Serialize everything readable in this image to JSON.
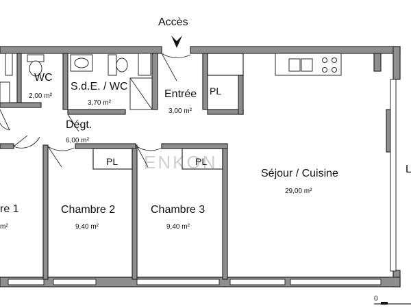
{
  "access": {
    "label": "Accès"
  },
  "rooms": {
    "wc": {
      "name": "WC",
      "area": "2,00 m²"
    },
    "sde": {
      "name": "S.d.E. / WC",
      "area": "3,70 m²"
    },
    "entree": {
      "name": "Entrée",
      "area": "3,00 m²"
    },
    "degt": {
      "name": "Dégt.",
      "area": "6,00 m²"
    },
    "chambre1": {
      "name": "re 1",
      "area": "m²"
    },
    "chambre2": {
      "name": "Chambre 2",
      "area": "9,40 m²"
    },
    "chambre3": {
      "name": "Chambre 3",
      "area": "9,40 m²"
    },
    "sejour": {
      "name": "Séjour / Cuisine",
      "area": "29,00 m²"
    },
    "edge_right": {
      "name": "L"
    }
  },
  "placards": {
    "entree": "PL",
    "chambre2": "PL",
    "chambre3": "PL"
  },
  "scale": {
    "label": "0"
  },
  "watermark": "ENKON",
  "colors": {
    "wall": "#8e8e8e",
    "line": "#2a2a2a"
  }
}
